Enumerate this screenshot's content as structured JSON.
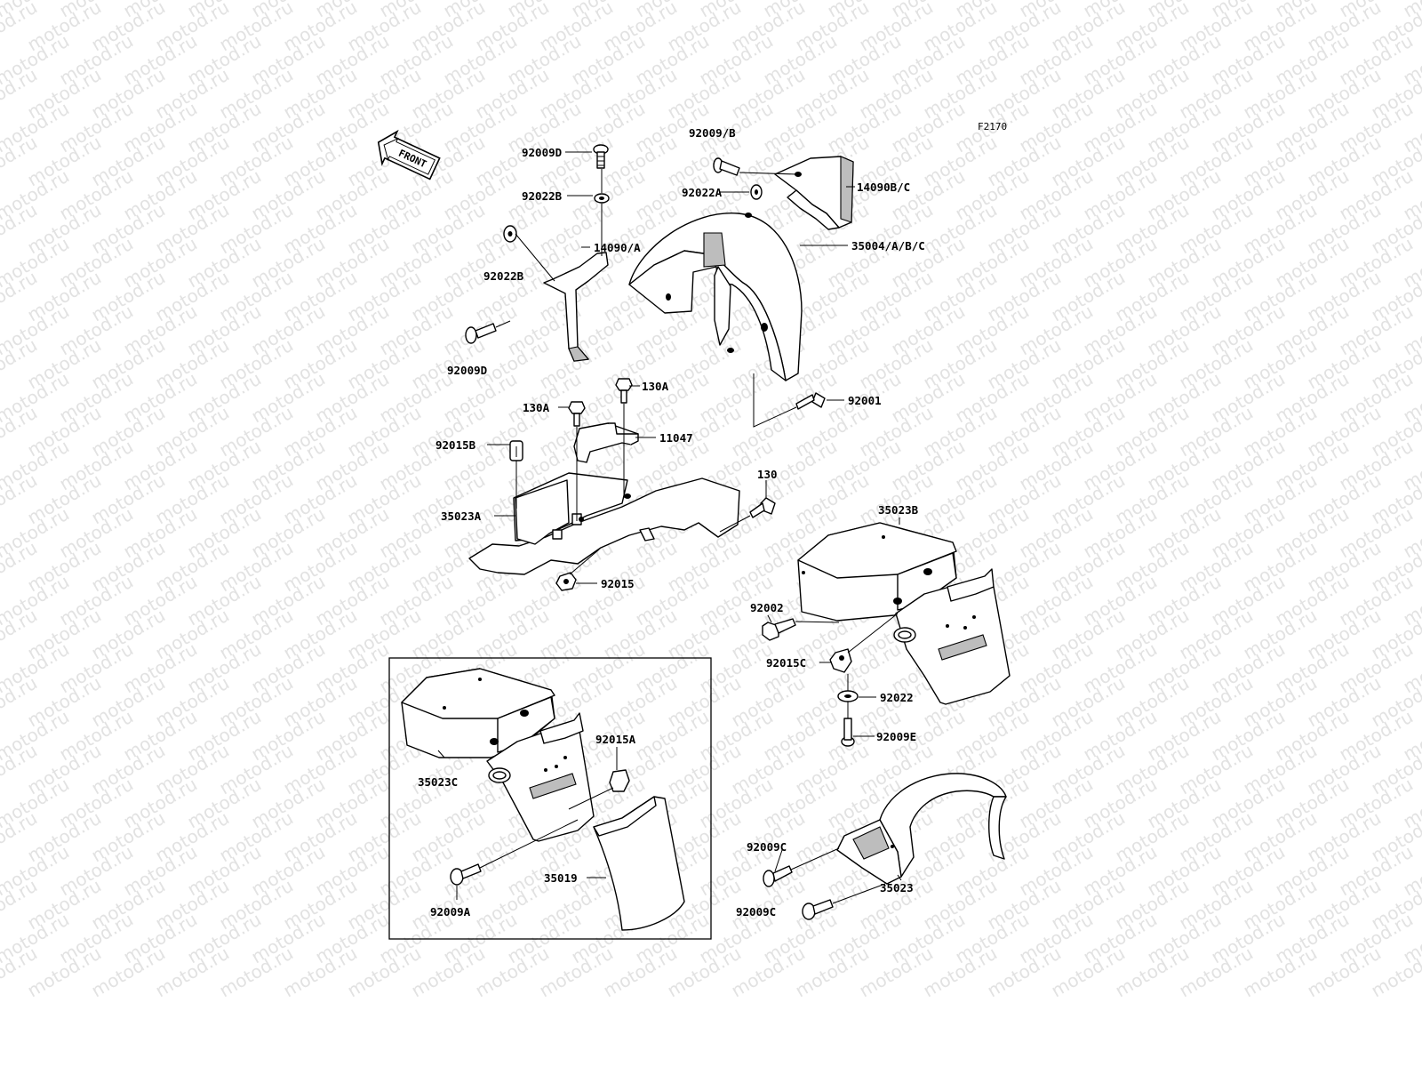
{
  "figure_code": "F2170",
  "front_arrow_label": "FRONT",
  "watermark": "motod.ru",
  "parts": {
    "p92009D_top": "92009D",
    "p92022B_top": "92022B",
    "p92009B": "92009/B",
    "p92022A": "92022A",
    "p14090BC": "14090B/C",
    "p92022B_mid": "92022B",
    "p14090A": "14090/A",
    "p35004": "35004/A/B/C",
    "p92009D_bot": "92009D",
    "p130A_right": "130A",
    "p130A_left": "130A",
    "p92001": "92001",
    "p11047": "11047",
    "p92015B": "92015B",
    "p130": "130",
    "p35023A": "35023A",
    "p92015": "92015",
    "p35023B": "35023B",
    "p92002": "92002",
    "p92015C": "92015C",
    "p92022": "92022",
    "p92009E": "92009E",
    "p92015A": "92015A",
    "p35023C": "35023C",
    "p35019": "35019",
    "p92009A": "92009A",
    "p92009C_top": "92009C",
    "p35023": "35023",
    "p92009C_bot": "92009C"
  }
}
